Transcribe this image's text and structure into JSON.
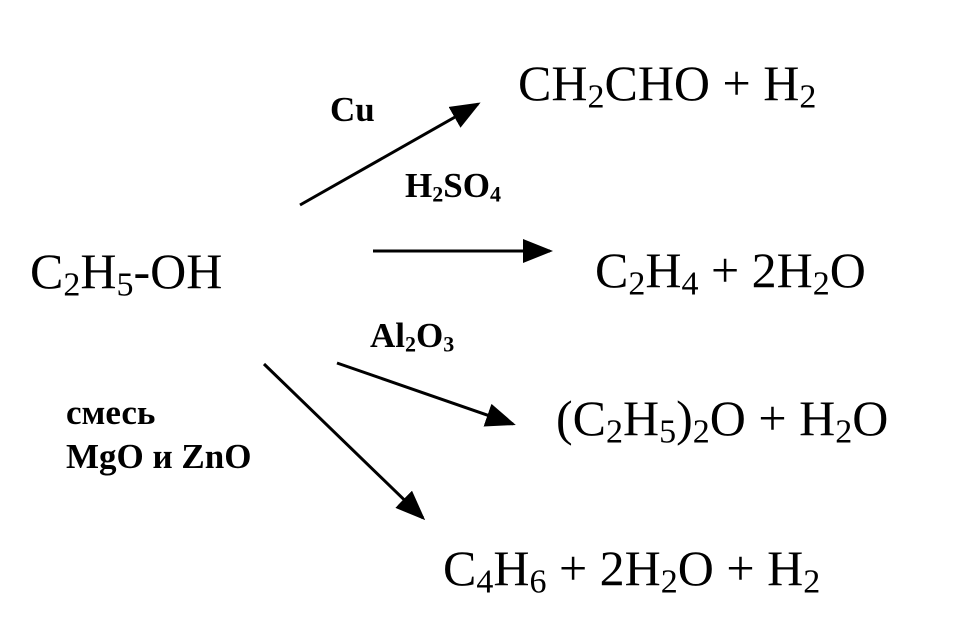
{
  "reactant": {
    "segments": [
      {
        "t": "C"
      },
      {
        "t": "2",
        "sub": true
      },
      {
        "t": "H"
      },
      {
        "t": "5",
        "sub": true
      },
      {
        "t": "-OH"
      }
    ]
  },
  "products": [
    {
      "segments": [
        {
          "t": "CH"
        },
        {
          "t": "2",
          "sub": true
        },
        {
          "t": "CHO + H"
        },
        {
          "t": "2",
          "sub": true
        }
      ]
    },
    {
      "segments": [
        {
          "t": "C"
        },
        {
          "t": "2",
          "sub": true
        },
        {
          "t": "H"
        },
        {
          "t": "4",
          "sub": true
        },
        {
          "t": " + 2H"
        },
        {
          "t": "2",
          "sub": true
        },
        {
          "t": "O"
        }
      ]
    },
    {
      "segments": [
        {
          "t": "(C"
        },
        {
          "t": "2",
          "sub": true
        },
        {
          "t": "H"
        },
        {
          "t": "5",
          "sub": true
        },
        {
          "t": ")"
        },
        {
          "t": "2",
          "sub": true
        },
        {
          "t": "O + H"
        },
        {
          "t": "2",
          "sub": true
        },
        {
          "t": "O"
        }
      ]
    },
    {
      "segments": [
        {
          "t": "C"
        },
        {
          "t": "4",
          "sub": true
        },
        {
          "t": "H"
        },
        {
          "t": "6",
          "sub": true
        },
        {
          "t": " + 2H"
        },
        {
          "t": "2",
          "sub": true
        },
        {
          "t": "O + H"
        },
        {
          "t": "2",
          "sub": true
        }
      ]
    }
  ],
  "conditions": [
    {
      "lines": [
        [
          {
            "t": "Cu"
          }
        ]
      ]
    },
    {
      "lines": [
        [
          {
            "t": "H"
          },
          {
            "t": "2",
            "sub": true
          },
          {
            "t": "SO"
          },
          {
            "t": "4",
            "sub": true
          }
        ]
      ]
    },
    {
      "lines": [
        [
          {
            "t": "Al"
          },
          {
            "t": "2",
            "sub": true
          },
          {
            "t": "O"
          },
          {
            "t": "3",
            "sub": true
          }
        ]
      ]
    },
    {
      "lines": [
        [
          {
            "t": "смесь"
          }
        ],
        [
          {
            "t": "MgO и ZnO"
          }
        ]
      ]
    }
  ]
}
